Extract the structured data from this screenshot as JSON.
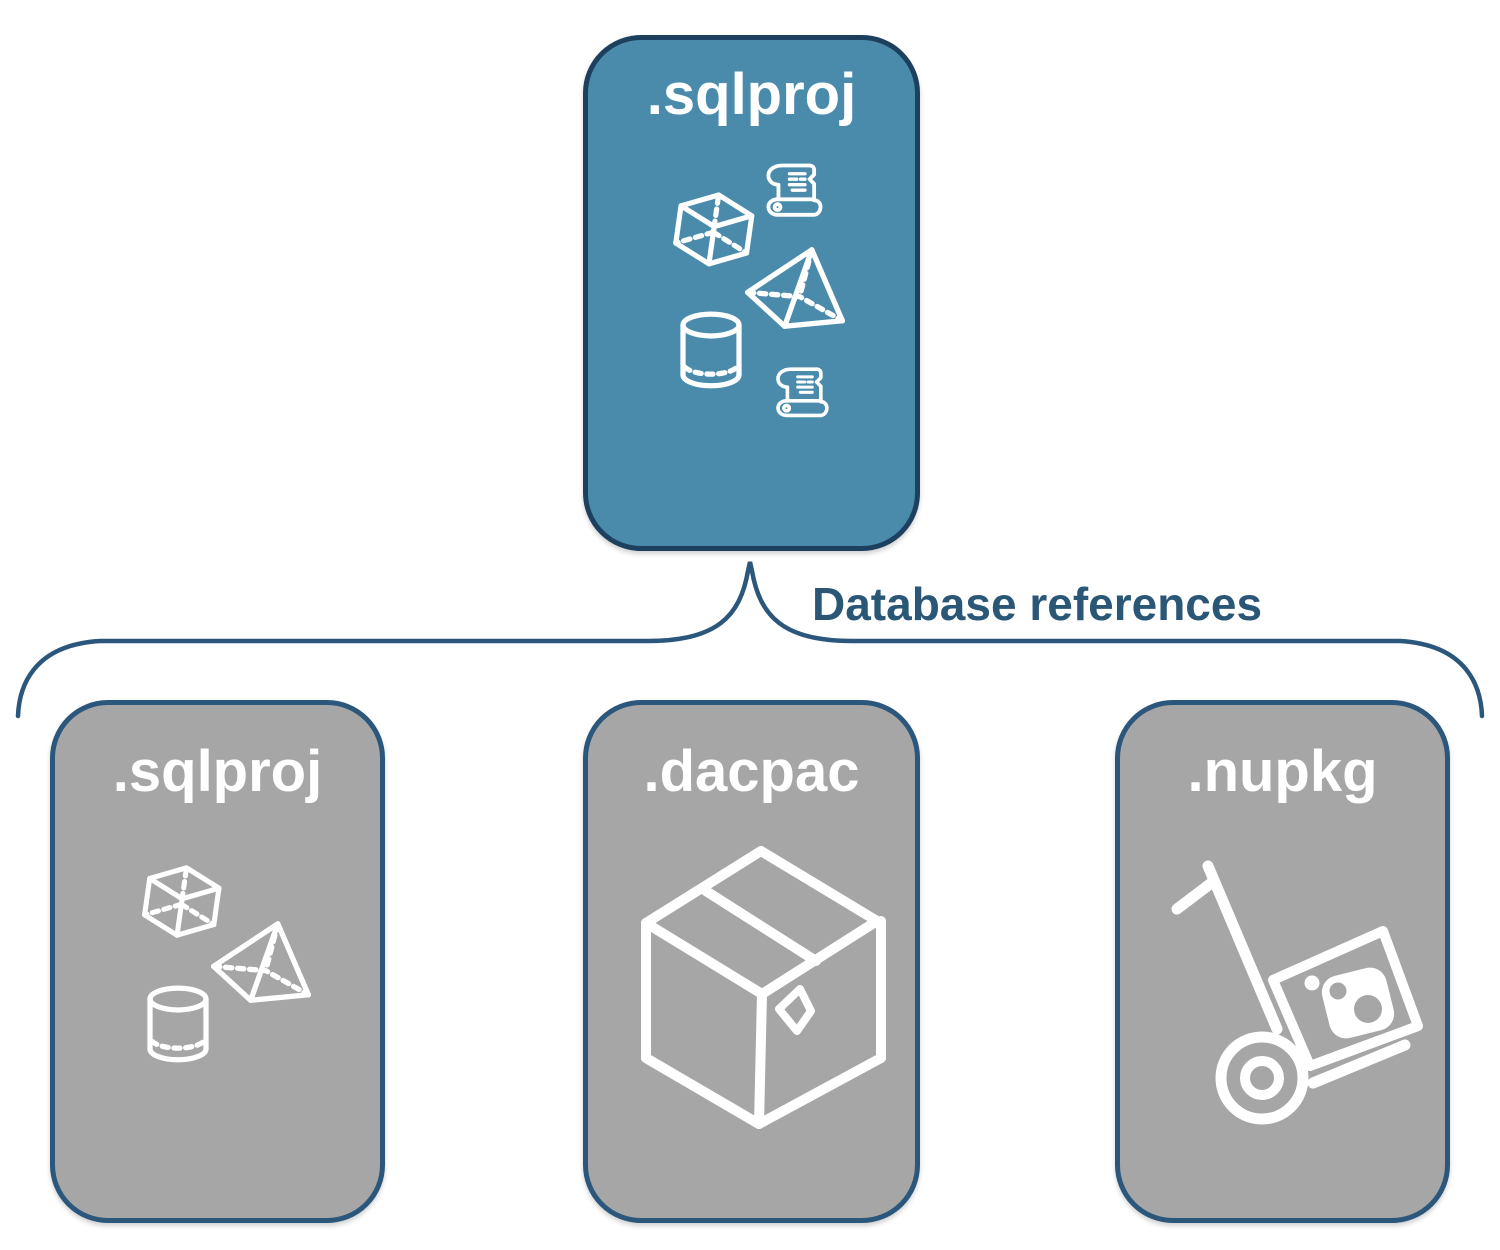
{
  "colors": {
    "canvas_bg": "#ffffff",
    "root_fill": "#4a8bac",
    "root_border": "#1e405f",
    "child_fill": "#a6a6a6",
    "child_border": "#2b577c",
    "connector": "#2b577c",
    "label_text": "#ffffff",
    "heading_text": "#2b5777",
    "icon_stroke": "#ffffff"
  },
  "root_card": {
    "label": ".sqlproj",
    "icons": [
      "scroll-script-icon",
      "cube-icon",
      "pyramid-icon",
      "database-cylinder-icon",
      "scroll-script-icon"
    ]
  },
  "connector": {
    "label": "Database references"
  },
  "child_cards": [
    {
      "label": ".sqlproj",
      "icons": [
        "cube-icon",
        "pyramid-icon",
        "database-cylinder-icon"
      ]
    },
    {
      "label": ".dacpac",
      "icons": [
        "package-box-icon"
      ]
    },
    {
      "label": ".nupkg",
      "icons": [
        "hand-truck-nuget-icon"
      ]
    }
  ]
}
